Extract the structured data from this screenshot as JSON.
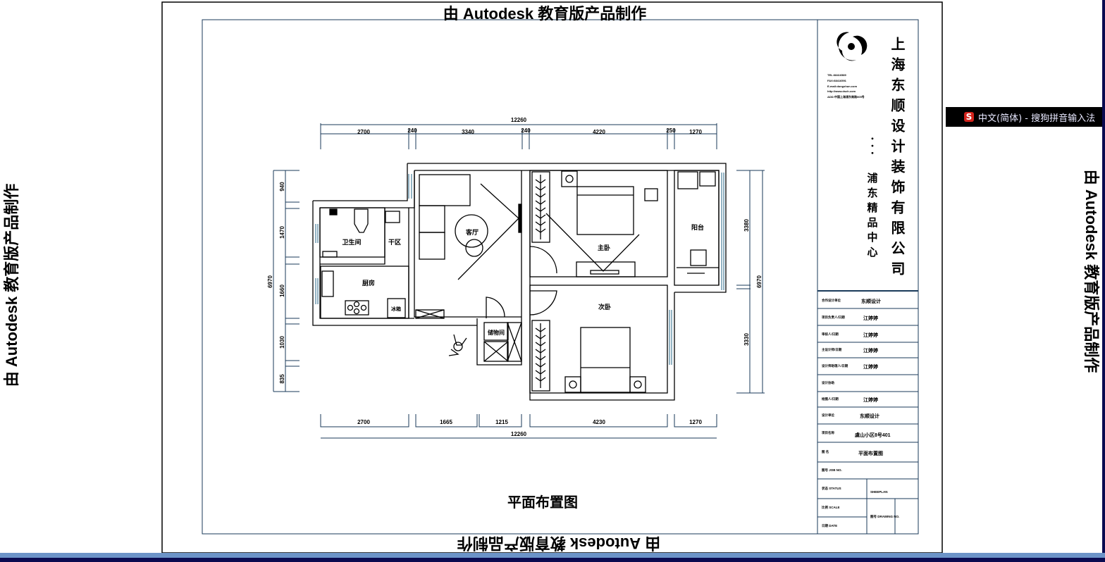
{
  "watermark": "由 Autodesk 教育版产品制作",
  "ime": {
    "icon": "sogou-s-icon",
    "label": "中文(简体) - 搜狗拼音输入法"
  },
  "drawing": {
    "title": "平面布置图",
    "rooms": {
      "bathroom": "卫生间",
      "dry_area": "干区",
      "kitchen": "厨房",
      "fridge": "冰箱",
      "living": "客厅",
      "storage": "储物间",
      "master_bedroom": "主卧",
      "second_bedroom": "次卧",
      "balcony": "阳台"
    },
    "dimensions": {
      "top_total": "12260",
      "top": [
        "2700",
        "240",
        "3340",
        "240",
        "4220",
        "250",
        "1270"
      ],
      "bottom": [
        "2700",
        "1665",
        "1215",
        "4230",
        "1270"
      ],
      "bottom_total": "12260",
      "left": [
        "940",
        "1470",
        "1660",
        "1030",
        "835"
      ],
      "left_total": "6970",
      "right": [
        "3380",
        "3330"
      ],
      "right_total": "6970"
    }
  },
  "title_block": {
    "company": "上海东顺设计装饰有限公司",
    "branch_dots": "• • •",
    "branch": "浦东精品中心",
    "contact": [
      "TEL:68416589",
      "FAX:68416591",
      "E-mail:dongshun.com",
      "http://www.dsch.com",
      "ADD:中国上海浦东南路005号"
    ],
    "rows": [
      {
        "label": "合作设计单位",
        "value": "东顺设计"
      },
      {
        "label": "项目负责人/日期",
        "value": "江婷婷"
      },
      {
        "label": "审核人/日期",
        "value": "江婷婷"
      },
      {
        "label": "主设计师/日期",
        "value": "江婷婷"
      },
      {
        "label": "设计师助理人/日期",
        "value": "江婷婷"
      },
      {
        "label": "设计协助",
        "value": ""
      },
      {
        "label": "绘图人/日期",
        "value": "江婷婷"
      },
      {
        "label": "设计单位",
        "value": "东顺设计"
      },
      {
        "label": "项目名称",
        "value": "虞山小区8号401"
      },
      {
        "label": "图 名",
        "value": "平面布置图"
      },
      {
        "label": "图号 JOB NO.",
        "value": ""
      }
    ],
    "status_label": "状态 STATUS",
    "status_value": "SHEEPLAN",
    "scale_label": "比例 SCALE",
    "drawing_no_label": "图号 DRAWING NO.",
    "date_label": "日期 DATE"
  }
}
